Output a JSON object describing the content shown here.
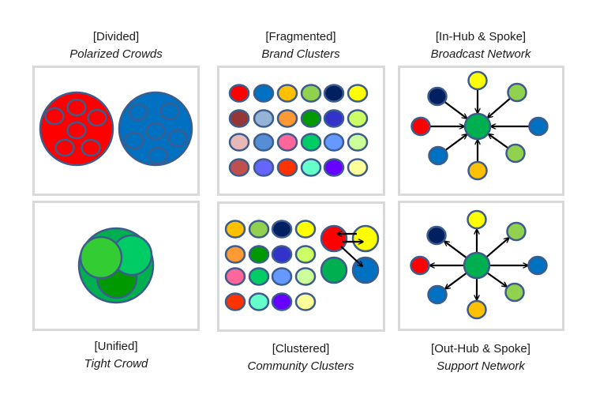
{
  "title": "Network structure types",
  "colors": {
    "outline": "#3b5c8c",
    "panel_border": "#d9d9d9",
    "arrow": "#000000"
  },
  "panels": [
    {
      "id": "divided",
      "tag": "[Divided]",
      "name": "Polarized Crowds",
      "groups": [
        {
          "label": "red-group",
          "fill": "#ff0000",
          "subgroups": 6
        },
        {
          "label": "blue-group",
          "fill": "#0070c0",
          "subgroups": 6
        }
      ]
    },
    {
      "id": "fragmented",
      "tag": "[Fragmented]",
      "name": "Brand Clusters",
      "node_grid": [
        [
          "#ff0000",
          "#0070c0",
          "#ffc000",
          "#92d050",
          "#002060",
          "#ffff00"
        ],
        [
          "#953735",
          "#95b3d7",
          "#ff9933",
          "#009900",
          "#3333cc",
          "#ccff66"
        ],
        [
          "#e6b9b8",
          "#558ed5",
          "#ff6699",
          "#00cc66",
          "#6699ff",
          "#ccff99"
        ],
        [
          "#c0504d",
          "#6666ff",
          "#ff3300",
          "#66ffcc",
          "#6600ff",
          "#ffff99"
        ]
      ]
    },
    {
      "id": "in-hub",
      "tag": "[In-Hub & Spoke]",
      "name": "Broadcast Network",
      "direction": "inward",
      "hub_fill": "#00b050",
      "spokes": [
        {
          "position": "top",
          "fill": "#ffff00"
        },
        {
          "position": "top-left",
          "fill": "#002060"
        },
        {
          "position": "top-right",
          "fill": "#92d050"
        },
        {
          "position": "left",
          "fill": "#ff0000"
        },
        {
          "position": "right",
          "fill": "#0070c0"
        },
        {
          "position": "bottom-left",
          "fill": "#0070c0"
        },
        {
          "position": "bottom-right",
          "fill": "#92d050"
        },
        {
          "position": "bottom",
          "fill": "#ffc000"
        }
      ]
    },
    {
      "id": "unified",
      "tag": "[Unified]",
      "name": "Tight Crowd",
      "outer_fill": "#00b050",
      "inner": [
        {
          "label": "bottom",
          "fill": "#009900"
        },
        {
          "label": "right",
          "fill": "#00cc66"
        },
        {
          "label": "left",
          "fill": "#33cc33"
        }
      ]
    },
    {
      "id": "clustered",
      "tag": "[Clustered]",
      "name": "Community Clusters",
      "node_grid": [
        [
          "#ffc000",
          "#92d050",
          "#002060",
          "#ffff00"
        ],
        [
          "#ff9933",
          "#009900",
          "#3333cc",
          "#ccff66"
        ],
        [
          "#ff6699",
          "#00cc66",
          "#6699ff",
          "#ccff99"
        ],
        [
          "#ff3300",
          "#66ffcc",
          "#6600ff",
          "#ffff99"
        ]
      ],
      "community": [
        {
          "label": "red",
          "fill": "#ff0000"
        },
        {
          "label": "yellow",
          "fill": "#ffff00"
        },
        {
          "label": "green",
          "fill": "#00b050"
        },
        {
          "label": "blue",
          "fill": "#0070c0"
        }
      ],
      "links": [
        {
          "from": "yellow",
          "to": "red"
        },
        {
          "from": "red",
          "to": "yellow"
        },
        {
          "from": "red",
          "to": "blue"
        }
      ]
    },
    {
      "id": "out-hub",
      "tag": "[Out-Hub & Spoke]",
      "name": "Support Network",
      "direction": "outward",
      "hub_fill": "#00b050",
      "spokes": [
        {
          "position": "top",
          "fill": "#ffff00"
        },
        {
          "position": "top-left",
          "fill": "#002060"
        },
        {
          "position": "top-right",
          "fill": "#92d050"
        },
        {
          "position": "left",
          "fill": "#ff0000"
        },
        {
          "position": "right",
          "fill": "#0070c0"
        },
        {
          "position": "bottom-left",
          "fill": "#0070c0"
        },
        {
          "position": "bottom-right",
          "fill": "#92d050"
        },
        {
          "position": "bottom",
          "fill": "#ffc000"
        }
      ]
    }
  ]
}
